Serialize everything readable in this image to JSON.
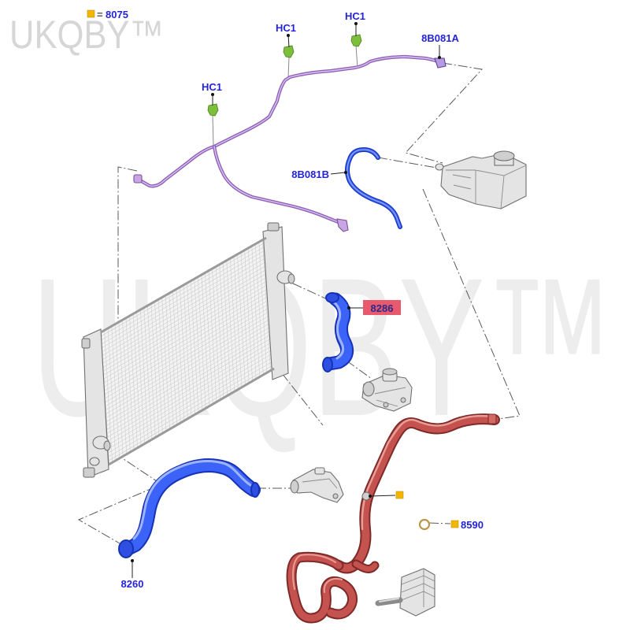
{
  "watermark": {
    "corner_text": "UKQBY™",
    "center_text": "UKQBY™"
  },
  "legend": {
    "equals": "=",
    "part_number": "8075"
  },
  "labels": {
    "hc1_left": "HC1",
    "hc1_middle": "HC1",
    "hc1_right": "HC1",
    "vent_hose_a": "8B081A",
    "vent_hose_b": "8B081B",
    "upper_hose": "8286",
    "lower_hose": "8260",
    "o_ring": "8590"
  },
  "colors": {
    "label_blue": "#2424d8",
    "highlight_box": "#e8596e",
    "hose_blue": "#3b63f7",
    "vent_line_purple": "#8e62b8",
    "heater_hose_red": "#c4524e",
    "clip_green": "#7cbf3a",
    "fastener_yellow": "#f2b705",
    "part_gray": "#e4e4e4"
  },
  "icons": {
    "fastener_marker": "yellow-square-icon"
  }
}
